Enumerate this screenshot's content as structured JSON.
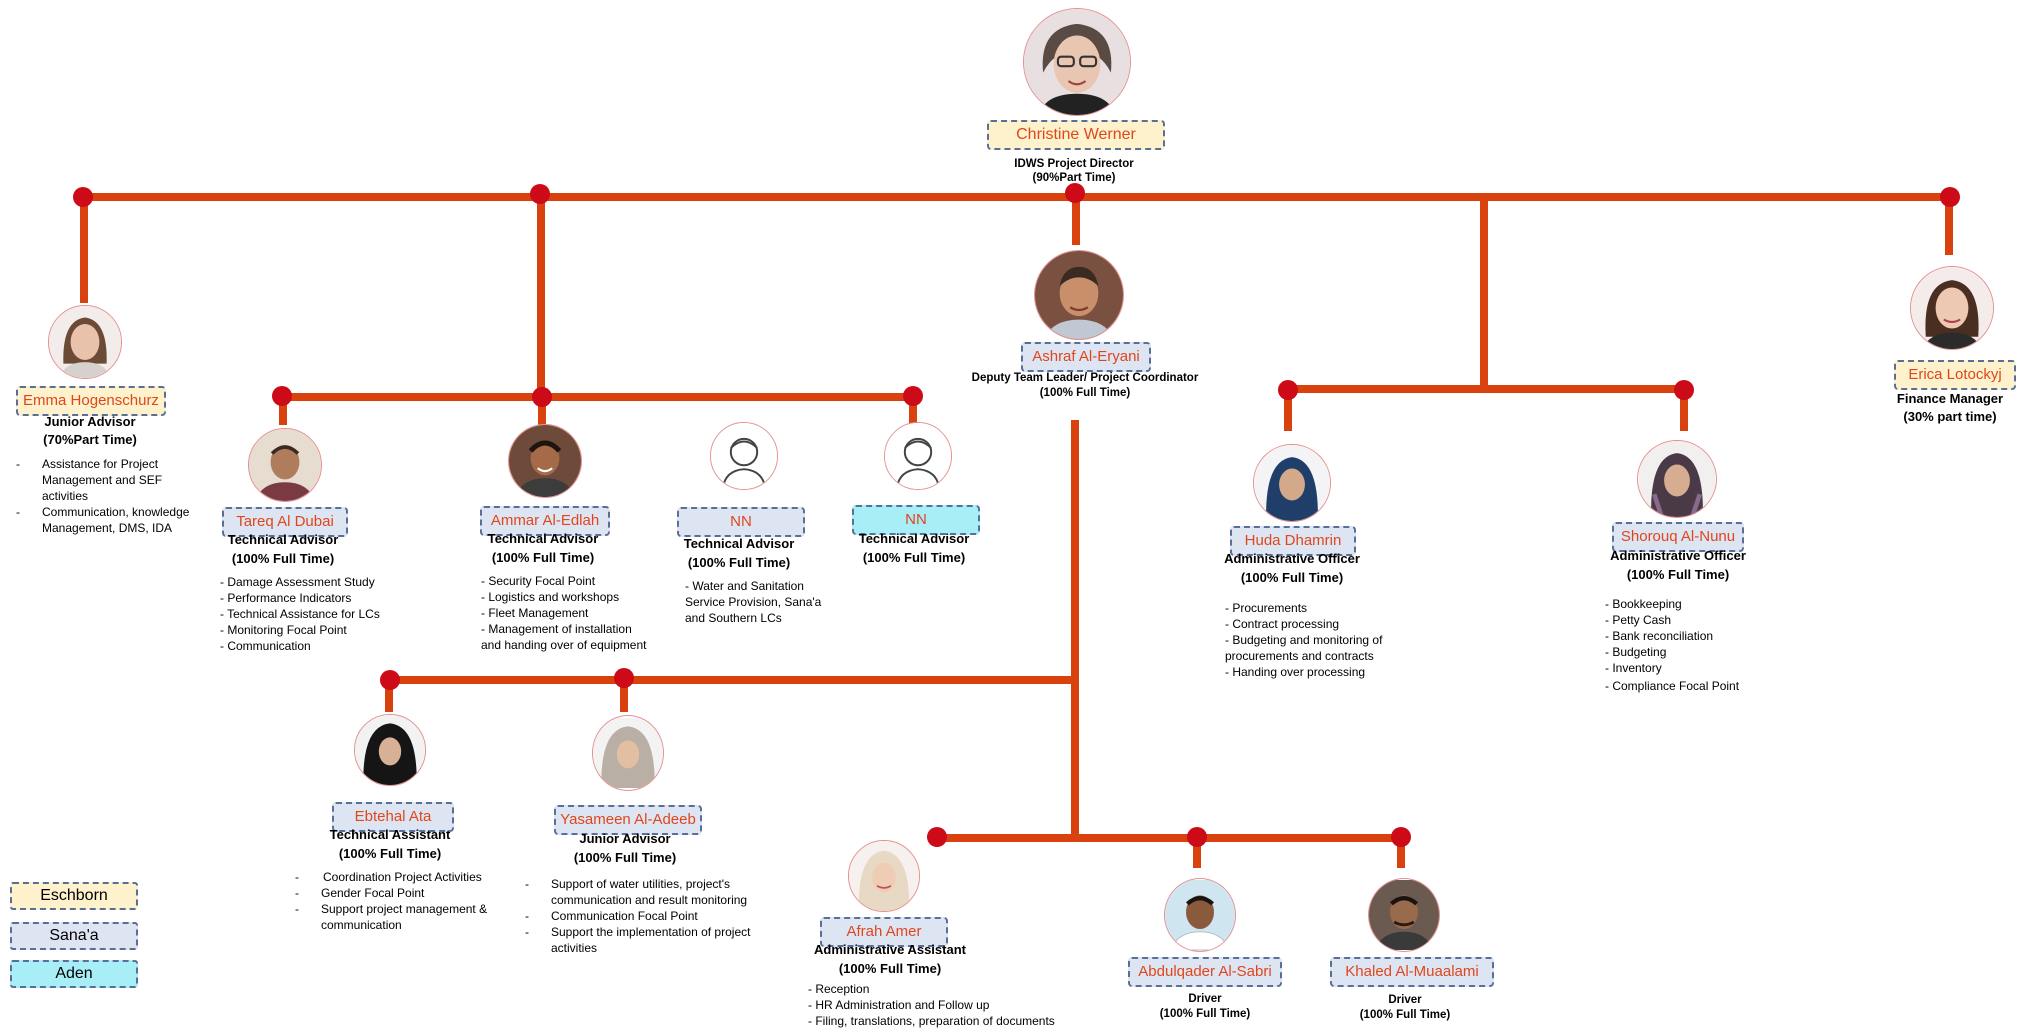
{
  "director": {
    "name": "Christine Werner",
    "title": "IDWS Project Director",
    "time": "(90%Part Time)"
  },
  "emma": {
    "name": "Emma Hogenschurz",
    "title": "Junior Advisor",
    "time": "(70%Part Time)",
    "duties": [
      "Assistance for Project Management and SEF activities",
      "Communication, knowledge Management, DMS, IDA"
    ]
  },
  "erica": {
    "name": "Erica Lotockyj",
    "title": "Finance Manager",
    "time": "(30% part time)"
  },
  "ashraf": {
    "name": "Ashraf Al-Eryani",
    "title": "Deputy Team Leader/ Project Coordinator",
    "time": "(100% Full Time)"
  },
  "tareq": {
    "name": "Tareq Al Dubai",
    "title": "Technical Advisor",
    "time": "(100% Full Time)",
    "duties": [
      "- Damage Assessment Study",
      "- Performance Indicators",
      "- Technical Assistance for LCs",
      "- Monitoring Focal Point",
      "- Communication"
    ]
  },
  "ammar": {
    "name": "Ammar Al-Edlah",
    "title": "Technical Advisor",
    "time": "(100% Full Time)",
    "duties": [
      "- Security Focal Point",
      "- Logistics and workshops",
      "- Fleet Management",
      "- Management of installation",
      "and handing over of equipment"
    ]
  },
  "nn1": {
    "name": "NN",
    "title": "Technical Advisor",
    "time": "(100% Full Time)",
    "duties": [
      "- Water and Sanitation",
      "Service Provision, Sana'a",
      "and Southern LCs"
    ]
  },
  "nn2": {
    "name": "NN",
    "title": "Technical Advisor",
    "time": "(100% Full Time)"
  },
  "huda": {
    "name": "Huda Dhamrin",
    "title": "Administrative Officer",
    "time": "(100% Full Time)",
    "duties": [
      "- Procurements",
      "- Contract processing",
      "- Budgeting and monitoring of",
      "procurements and contracts",
      "- Handing over processing"
    ]
  },
  "shorouq": {
    "name": "Shorouq Al-Nunu",
    "title": "Administrative Officer",
    "time": "(100% Full Time)",
    "duties": [
      "- Bookkeeping",
      "- Petty Cash",
      "- Bank reconciliation",
      "- Budgeting",
      "- Inventory",
      "- Compliance Focal Point"
    ]
  },
  "ebtehal": {
    "name": "Ebtehal Ata",
    "title": "Technical Assistant",
    "time": "(100% Full Time)",
    "duties": [
      "Coordination Project  Activities",
      "Gender Focal Point",
      "Support project management & communication"
    ]
  },
  "yasameen": {
    "name": "Yasameen Al-Adeeb",
    "title": "Junior Advisor",
    "time": "(100% Full Time)",
    "duties": [
      "Support of water utilities, project's communication and result monitoring",
      "Communication Focal Point",
      "Support the implementation of project activities"
    ]
  },
  "afrah": {
    "name": "Afrah Amer",
    "title": "Administrative Assistant",
    "time": "(100% Full Time)",
    "duties": [
      "- Reception",
      "- HR Administration and Follow up",
      "- Filing, translations, preparation of documents"
    ]
  },
  "abdulqader": {
    "name": "Abdulqader Al-Sabri",
    "title": "Driver",
    "time": "(100% Full Time)"
  },
  "khaled": {
    "name": "Khaled Al-Muaalami",
    "title": "Driver",
    "time": "(100% Full Time)"
  },
  "legend": [
    "Eschborn",
    "Sana'a",
    "Aden"
  ],
  "colors": {
    "line": "#d9410f",
    "node": "#cc0a18",
    "name_text": "#e0461c",
    "eschborn": "#fdf2cc",
    "sanaa": "#dde5f3",
    "aden": "#a8eef7"
  }
}
